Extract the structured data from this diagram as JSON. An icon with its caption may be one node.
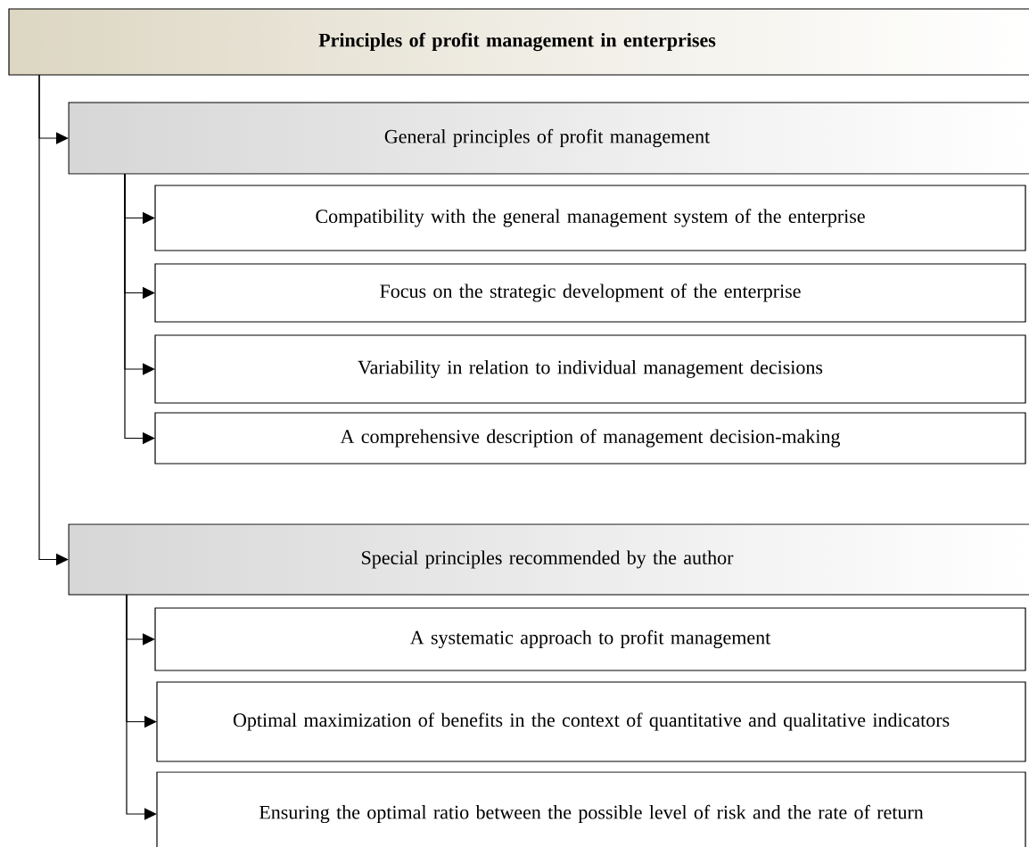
{
  "diagram": {
    "nodes": [
      {
        "text": [
          "Principles of profit management in enterprises"
        ]
      },
      {
        "text": [
          "General principles of profit management"
        ]
      },
      {
        "text": [
          "Compatibility with the general management system of the enterprise"
        ]
      },
      {
        "text": [
          "Focus on the strategic development of the enterprise"
        ]
      },
      {
        "text": [
          "Variability in relation to individual management decisions"
        ]
      },
      {
        "text": [
          "A comprehensive description of management decision-making"
        ]
      },
      {
        "text": [
          "Special principles recommended by the author"
        ]
      },
      {
        "text": [
          "A systematic approach to profit management"
        ]
      },
      {
        "text": [
          "Optimal maximization of benefits in the context of quantitative and qualitative indicators"
        ]
      },
      {
        "text": [
          "Ensuring the optimal ratio between the possible level of risk and the rate of return"
        ]
      }
    ],
    "edges": [
      {
        "from": 0,
        "to": 1,
        "arrow": "to"
      },
      {
        "from": 0,
        "to": 6,
        "arrow": "to"
      },
      {
        "from": 1,
        "to": 2,
        "arrow": "to"
      },
      {
        "from": 1,
        "to": 3,
        "arrow": "to"
      },
      {
        "from": 1,
        "to": 4,
        "arrow": "to"
      },
      {
        "from": 1,
        "to": 5,
        "arrow": "to"
      },
      {
        "from": 6,
        "to": 7,
        "arrow": "to"
      },
      {
        "from": 6,
        "to": 8,
        "arrow": "to"
      },
      {
        "from": 6,
        "to": 9,
        "arrow": "to"
      }
    ]
  }
}
